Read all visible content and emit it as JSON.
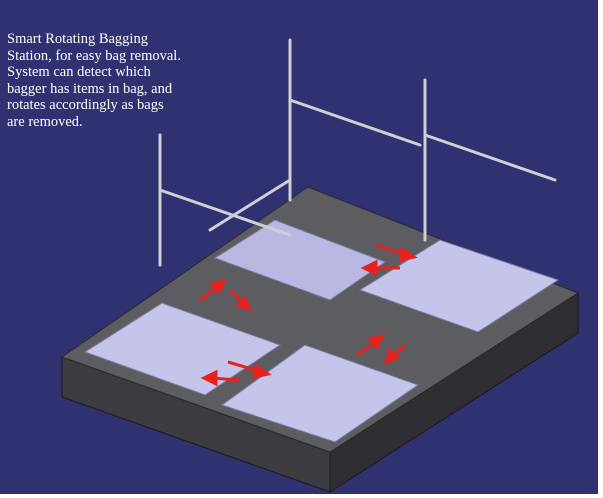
{
  "caption": {
    "lines": [
      "Smart Rotating Bagging",
      "Station, for easy bag removal.",
      "System can detect which",
      "bagger has items in bag, and",
      "rotates accordingly as bags",
      "are removed."
    ]
  },
  "colors": {
    "background": "#2f3171",
    "base_top": "#5a5a5e",
    "base_side": "#3a3a3e",
    "plate": "#c4c4ec",
    "frame": "#c8c8cc",
    "arrow": "#e8201e"
  }
}
